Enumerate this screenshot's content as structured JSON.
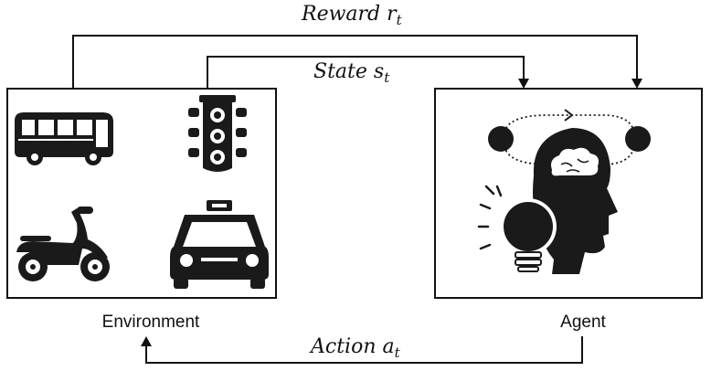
{
  "arrows": {
    "reward": {
      "name": "Reward",
      "symbol": "r",
      "subscript": "t"
    },
    "state": {
      "name": "State",
      "symbol": "s",
      "subscript": "t"
    },
    "action": {
      "name": "Action",
      "symbol": "a",
      "subscript": "t"
    }
  },
  "nodes": {
    "environment": {
      "label": "Environment",
      "icons": [
        "bus-icon",
        "traffic-light-icon",
        "scooter-icon",
        "taxi-icon"
      ]
    },
    "agent": {
      "label": "Agent",
      "icons": [
        "head-brain-icon",
        "lightbulb-icon"
      ]
    }
  },
  "colors": {
    "ink": "#1a1a1a",
    "background": "#ffffff"
  }
}
